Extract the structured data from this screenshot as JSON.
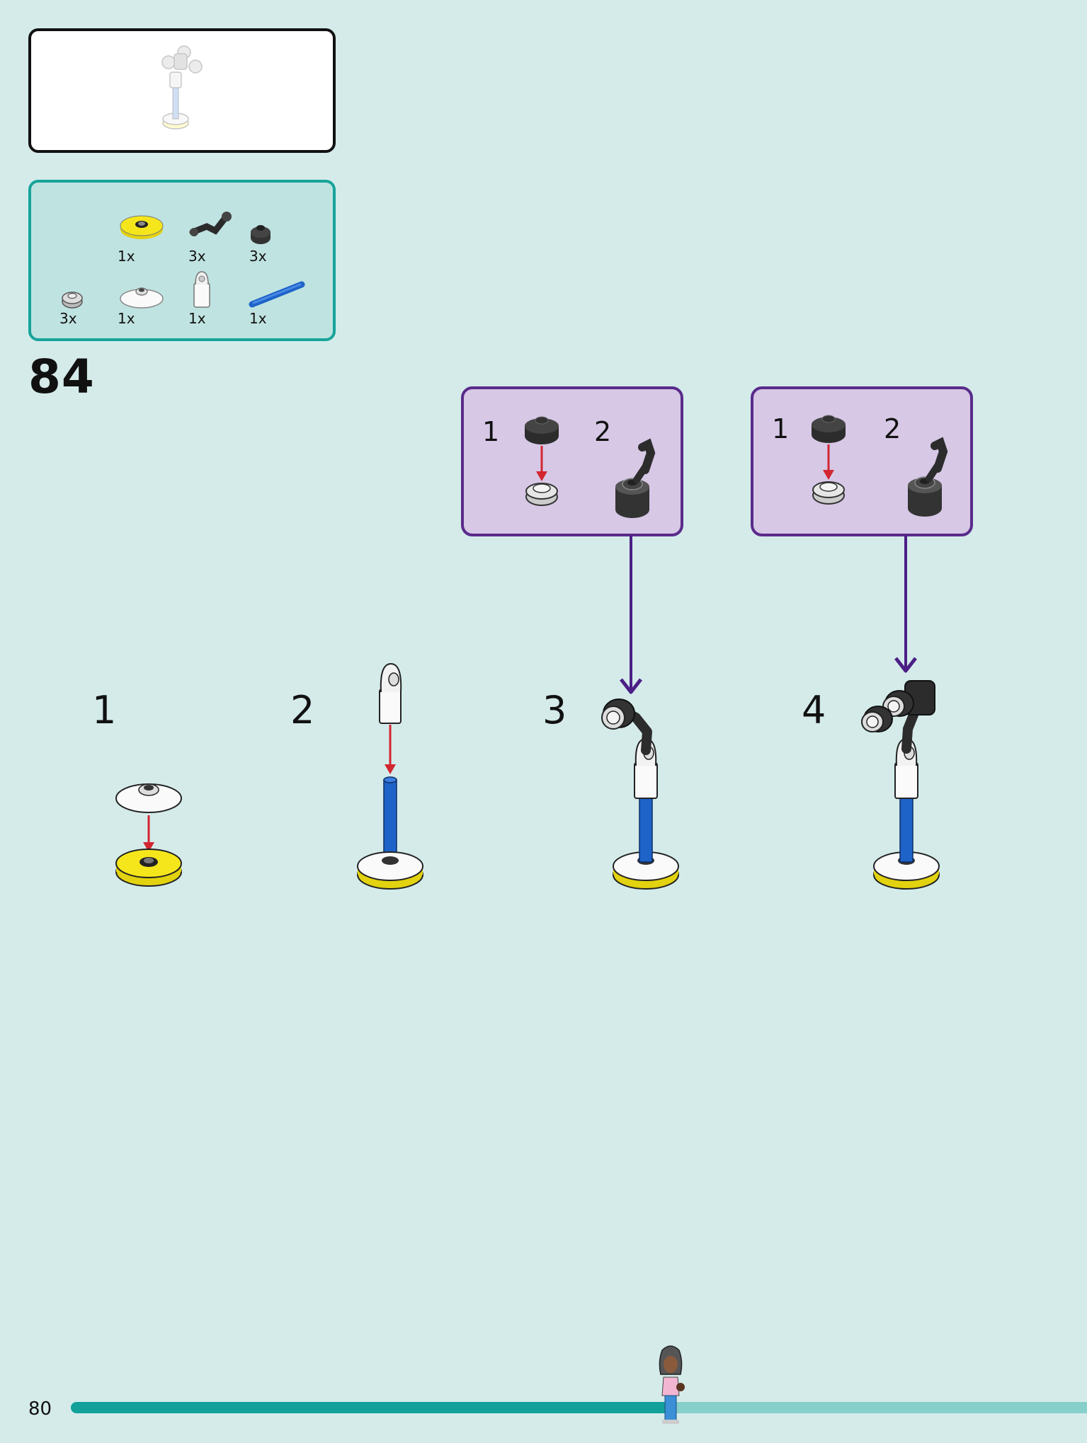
{
  "page": {
    "page_number": "80",
    "main_step": "84",
    "progress_fraction": 0.59,
    "colors": {
      "background": "#d4ebea",
      "accent_teal": "#11a09a",
      "sub_box_border": "#5a2b8a",
      "arrow_red": "#d22630",
      "part_yellow": "#f5e61c",
      "part_blue": "#1e63c8"
    }
  },
  "parts_list": {
    "row1": [
      {
        "qty": "1x",
        "part": "yellow-round-tile-icon"
      },
      {
        "qty": "3x",
        "part": "black-clip-arm-icon"
      },
      {
        "qty": "3x",
        "part": "black-round-cap-icon"
      }
    ],
    "row2": [
      {
        "qty": "3x",
        "part": "gray-round-plate-icon"
      },
      {
        "qty": "1x",
        "part": "white-dish-icon"
      },
      {
        "qty": "1x",
        "part": "white-clip-brick-icon"
      },
      {
        "qty": "1x",
        "part": "blue-bar-icon"
      }
    ]
  },
  "sub_assemblies": [
    {
      "step_a": "1",
      "step_b": "2"
    },
    {
      "step_a": "1",
      "step_b": "2"
    }
  ],
  "steps": [
    "1",
    "2",
    "3",
    "4"
  ]
}
